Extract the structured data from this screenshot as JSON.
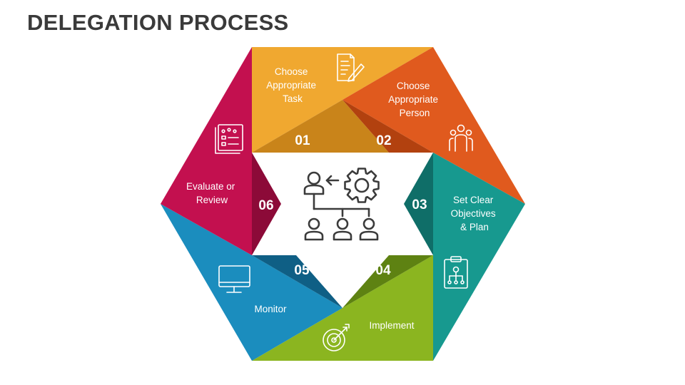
{
  "title": "DELEGATION PROCESS",
  "steps": [
    {
      "number": "01",
      "label_lines": [
        "Choose",
        "Appropriate",
        "Task"
      ],
      "icon": "document-pen-icon",
      "color": "#F0A830",
      "shade": "#C9841A"
    },
    {
      "number": "02",
      "label_lines": [
        "Choose",
        "Appropriate",
        "Person"
      ],
      "icon": "people-group-icon",
      "color": "#E05A1E",
      "shade": "#B2410F"
    },
    {
      "number": "03",
      "label_lines": [
        "Set Clear",
        "Objectives",
        "& Plan"
      ],
      "icon": "clipboard-plan-icon",
      "color": "#17998F",
      "shade": "#0F6E68"
    },
    {
      "number": "04",
      "label_lines": [
        "Implement"
      ],
      "icon": "target-icon",
      "color": "#8BB520",
      "shade": "#5E8212"
    },
    {
      "number": "05",
      "label_lines": [
        "Monitor"
      ],
      "icon": "monitor-icon",
      "color": "#1B8DBE",
      "shade": "#0F5F85"
    },
    {
      "number": "06",
      "label_lines": [
        "Evaluate or",
        "Review"
      ],
      "icon": "review-board-icon",
      "color": "#C3104F",
      "shade": "#8C0A38"
    }
  ],
  "center": {
    "icon": "delegation-hierarchy-gear-icon"
  }
}
